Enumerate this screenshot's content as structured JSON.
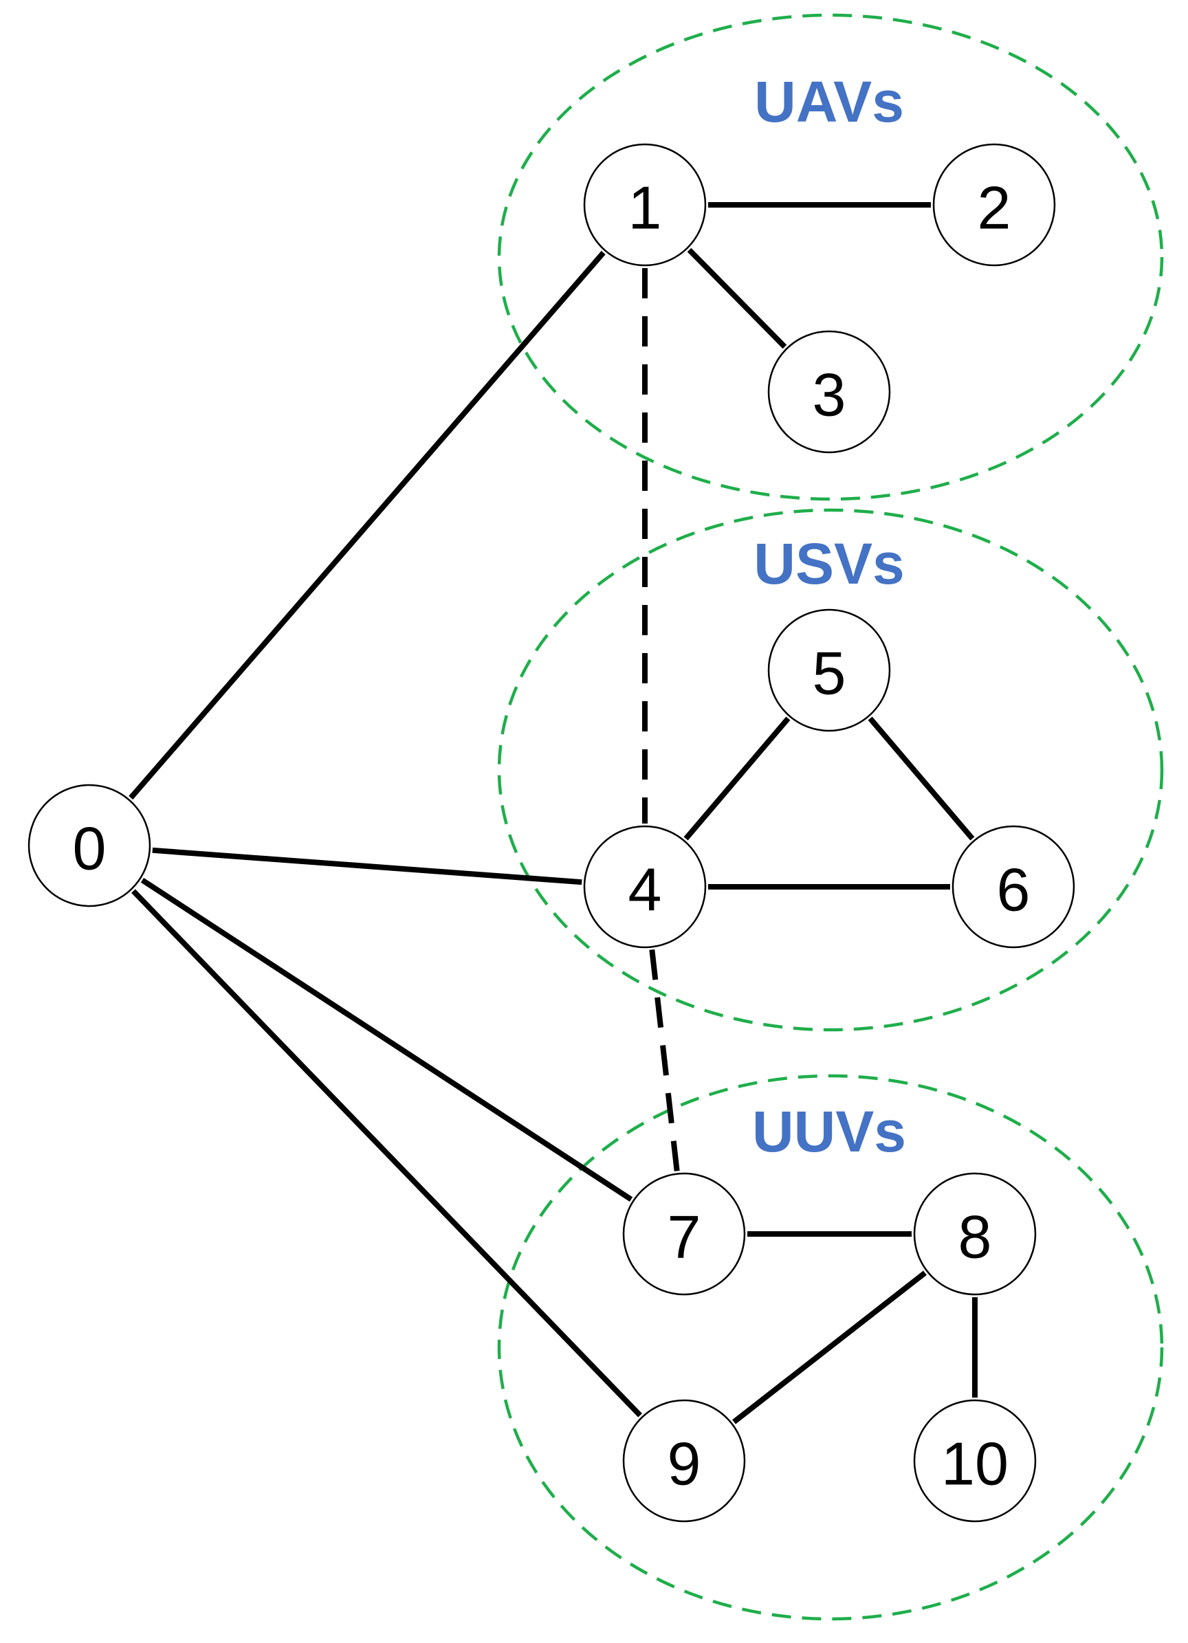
{
  "colors": {
    "group_outline": "#1fae4b",
    "group_label": "#4472c4",
    "edge": "#000000",
    "node_fill": "#ffffff",
    "node_stroke": "#000000"
  },
  "groups": [
    {
      "id": "uav",
      "label": "UAVs"
    },
    {
      "id": "usv",
      "label": "USVs"
    },
    {
      "id": "uuv",
      "label": "UUVs"
    }
  ],
  "nodes": [
    {
      "id": "0",
      "label": "0"
    },
    {
      "id": "1",
      "label": "1",
      "group": "uav"
    },
    {
      "id": "2",
      "label": "2",
      "group": "uav"
    },
    {
      "id": "3",
      "label": "3",
      "group": "uav"
    },
    {
      "id": "4",
      "label": "4",
      "group": "usv"
    },
    {
      "id": "5",
      "label": "5",
      "group": "usv"
    },
    {
      "id": "6",
      "label": "6",
      "group": "usv"
    },
    {
      "id": "7",
      "label": "7",
      "group": "uuv"
    },
    {
      "id": "8",
      "label": "8",
      "group": "uuv"
    },
    {
      "id": "9",
      "label": "9",
      "group": "uuv"
    },
    {
      "id": "10",
      "label": "10",
      "group": "uuv"
    }
  ],
  "edges": [
    {
      "from": "0",
      "to": "1",
      "style": "solid"
    },
    {
      "from": "0",
      "to": "4",
      "style": "solid"
    },
    {
      "from": "0",
      "to": "7",
      "style": "solid"
    },
    {
      "from": "0",
      "to": "9",
      "style": "solid"
    },
    {
      "from": "1",
      "to": "2",
      "style": "solid"
    },
    {
      "from": "1",
      "to": "3",
      "style": "solid"
    },
    {
      "from": "4",
      "to": "5",
      "style": "solid"
    },
    {
      "from": "5",
      "to": "6",
      "style": "solid"
    },
    {
      "from": "4",
      "to": "6",
      "style": "solid"
    },
    {
      "from": "7",
      "to": "8",
      "style": "solid"
    },
    {
      "from": "8",
      "to": "9",
      "style": "solid"
    },
    {
      "from": "8",
      "to": "10",
      "style": "solid"
    },
    {
      "from": "1",
      "to": "4",
      "style": "dashed"
    },
    {
      "from": "4",
      "to": "7",
      "style": "dashed"
    }
  ]
}
